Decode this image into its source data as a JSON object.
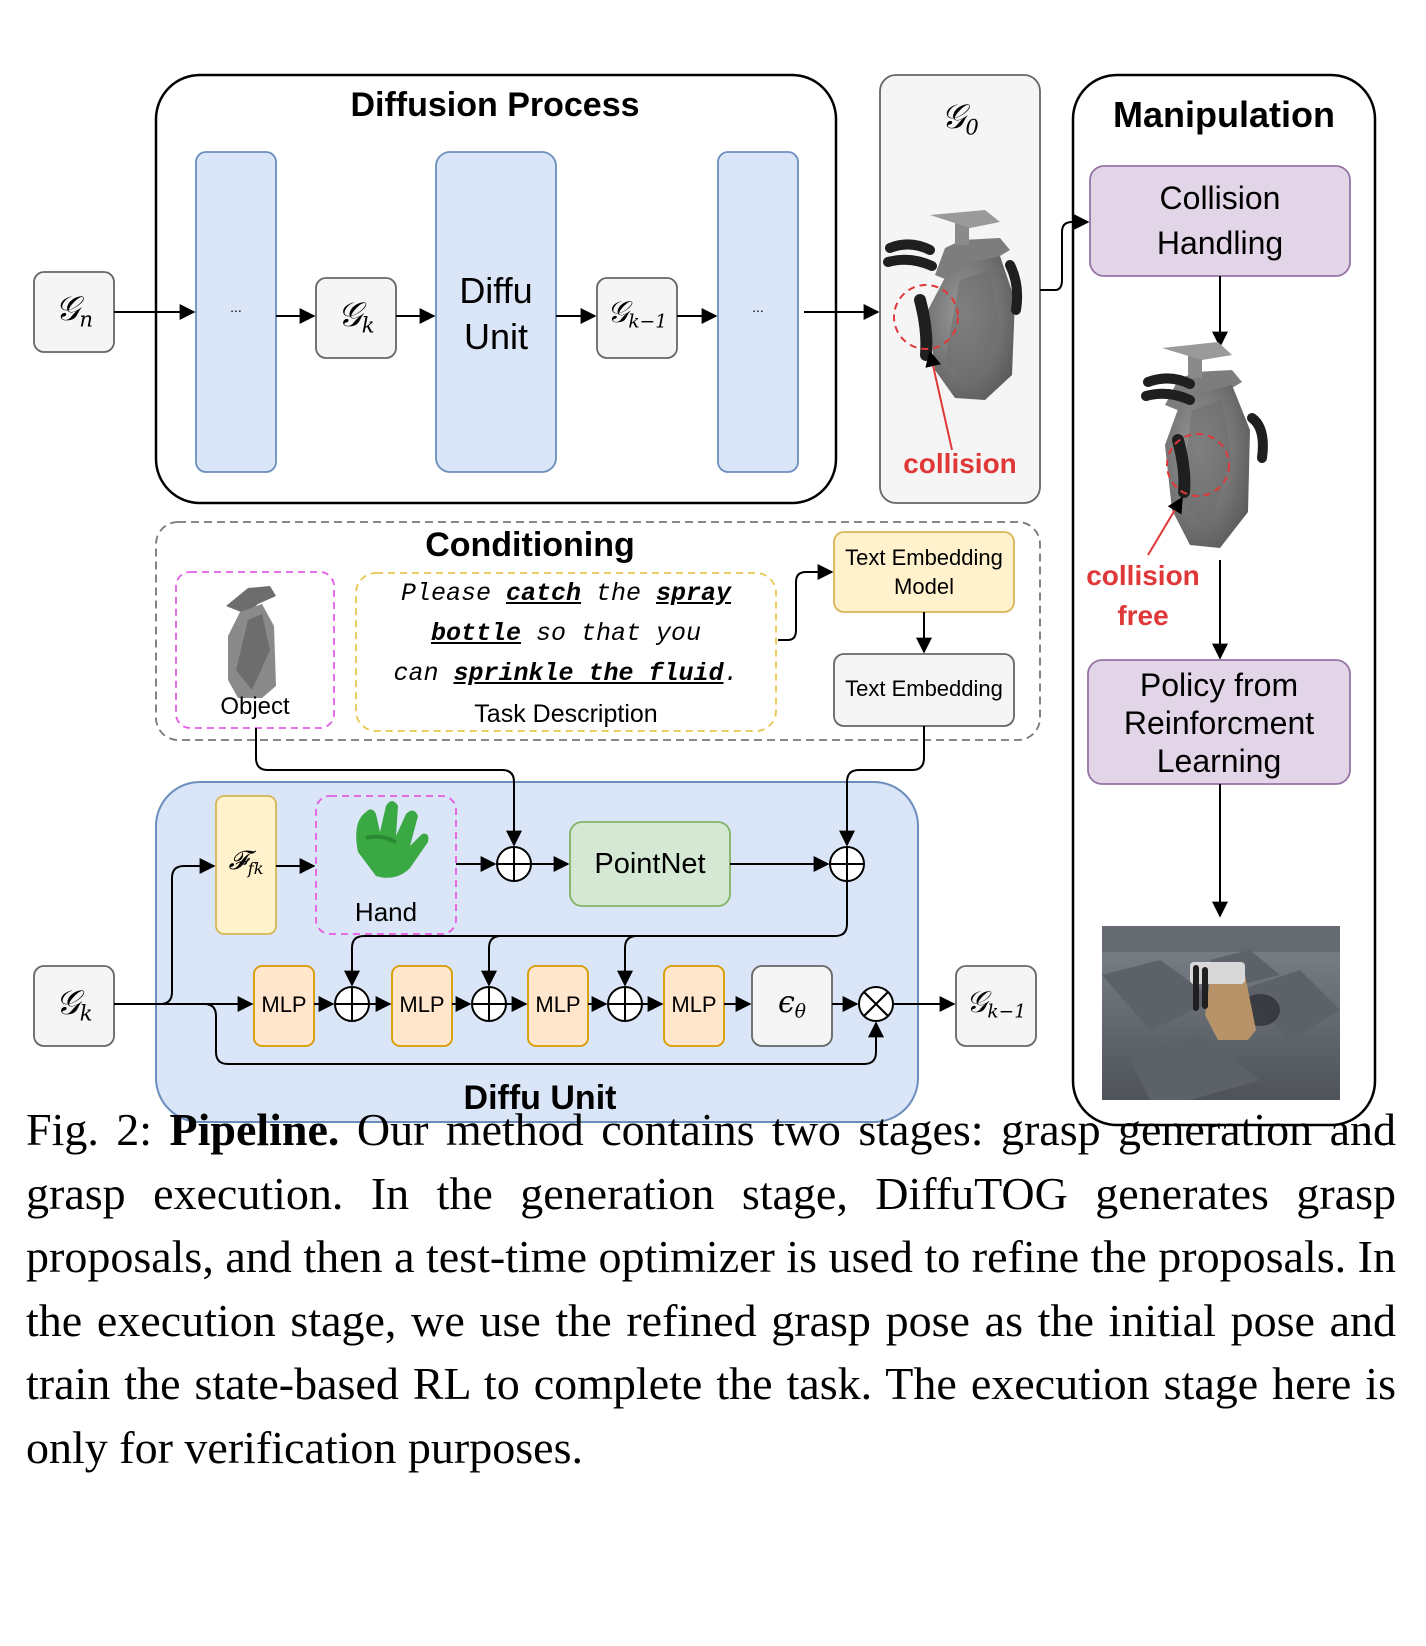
{
  "diffusion_process": {
    "title": "Diffusion Process",
    "g_n": "𝒢",
    "g_n_sub": "n",
    "ellipsis_left": "...",
    "g_k": "𝒢",
    "g_k_sub": "k",
    "diffu_unit_label": "Diffu Unit",
    "g_k_minus_1": "𝒢",
    "g_k_minus_1_sub": "k−1",
    "ellipsis_right": "..."
  },
  "output_grasp": {
    "g_0": "𝒢",
    "g_0_sub": "0",
    "collision_label": "collision"
  },
  "manipulation": {
    "title": "Manipulation",
    "collision_handling": "Collision Handling",
    "collision_free_line1": "collision",
    "collision_free_line2": "free",
    "policy": "Policy from Reinforcment Learning"
  },
  "conditioning": {
    "title": "Conditioning",
    "object_label": "Object",
    "task_line1_a": "Please ",
    "task_line1_b": "catch",
    "task_line1_c": " the ",
    "task_line1_d": "spray",
    "task_line2_a": "bottle",
    "task_line2_b": " so that you",
    "task_line3_a": "can ",
    "task_line3_b": "sprinkle the fluid",
    "task_line3_c": ".",
    "task_description_label": "Task Description",
    "text_embedding_model": "Text Embedding Model",
    "text_embedding": "Text Embedding"
  },
  "diffu_unit": {
    "title": "Diffu Unit",
    "forward_kinematics": "𝓕",
    "forward_kinematics_sub": "fk",
    "hand_label": "Hand",
    "pointnet": "PointNet",
    "g_k_in": "𝒢",
    "g_k_in_sub": "k",
    "mlp_labels": [
      "MLP",
      "MLP",
      "MLP",
      "MLP"
    ],
    "epsilon": "ϵ",
    "epsilon_sub": "θ",
    "g_k_minus_1_out": "𝒢",
    "g_k_minus_1_out_sub": "k−1"
  },
  "caption": {
    "prefix": "Fig. 2: ",
    "title": "Pipeline.",
    "text": " Our method contains two stages: grasp generation and grasp execution. In the generation stage, DiffuTOG generates grasp proposals, and then a test-time optimizer is used to refine the proposals. In the execution stage, we use the refined grasp pose as the initial pose and train the state-based RL to complete the task. The execution stage here is only for verification purposes."
  },
  "colors": {
    "blue_block": "#dae6f8",
    "purple_block": "#e1d5e7",
    "yellow_block": "#fff2cc",
    "orange_block": "#ffe6cc",
    "green_block": "#d5e8d4",
    "grey_block": "#f5f5f5",
    "collision_red": "#e03838"
  }
}
